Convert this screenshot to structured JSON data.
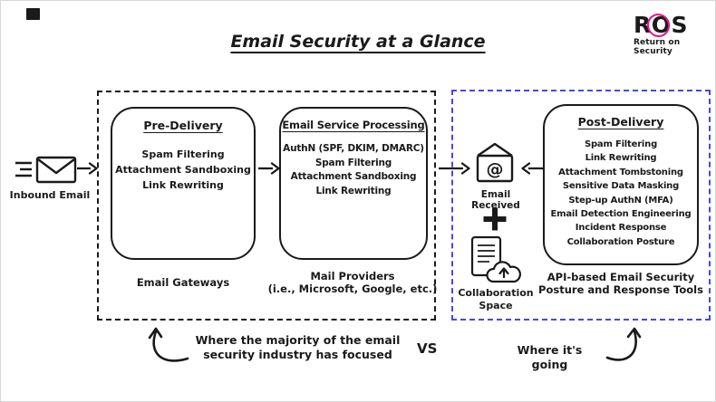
{
  "header": {
    "title": "Email Security at a Glance",
    "logo_text": "ROS",
    "logo_subtext": "Return on Security"
  },
  "icons": {
    "corner": "envelope-icon",
    "inbound": "envelope-with-speed-lines-icon",
    "received": "envelope-at-sign-icon",
    "plus": "plus-icon",
    "collaboration": "document-cloud-upload-icon",
    "footer_left": "curved-arrow-up-icon",
    "footer_right": "curved-arrow-up-icon"
  },
  "inbound": {
    "label": "Inbound Email"
  },
  "pre": {
    "title": "Pre-Delivery",
    "items": [
      "Spam Filtering",
      "Attachment Sandboxing",
      "Link Rewriting"
    ],
    "caption": "Email Gateways"
  },
  "esp": {
    "title": "Email Service Processing",
    "items": [
      "AuthN (SPF, DKIM, DMARC)",
      "Spam Filtering",
      "Attachment Sandboxing",
      "Link Rewriting"
    ],
    "caption1": "Mail Providers",
    "caption2": "(i.e., Microsoft, Google, etc.)"
  },
  "received": {
    "label": "Email Received",
    "plus": "+",
    "collab1": "Collaboration",
    "collab2": "Space"
  },
  "post": {
    "title": "Post-Delivery",
    "items": [
      "Spam Filtering",
      "Link Rewriting",
      "Attachment Tombstoning",
      "Sensitive Data Masking",
      "Step-up AuthN (MFA)",
      "Email Detection Engineering",
      "Incident Response",
      "Collaboration Posture"
    ],
    "caption1": "API-based Email Security",
    "caption2": "Posture and Response Tools"
  },
  "footer": {
    "left1": "Where the majority of the email",
    "left2": "security industry has focused",
    "vs": "VS",
    "right": "Where it's going"
  },
  "colors": {
    "ink": "#1a1a1a",
    "blue_dash": "#4747e8",
    "logo_pink": "#e9128f"
  }
}
